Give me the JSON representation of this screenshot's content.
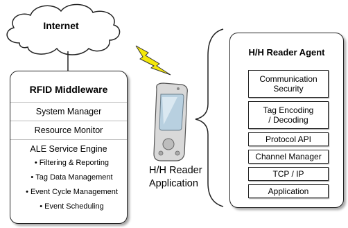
{
  "internet": {
    "label": "Internet"
  },
  "middleware": {
    "title": "RFID Middleware",
    "rows": [
      "System Manager",
      "Resource Monitor"
    ],
    "ale_title": "ALE Service Engine",
    "ale_items": [
      "Filtering & Reporting",
      "Tag Data Management",
      "Event Cycle Management",
      "Event Scheduling"
    ]
  },
  "device": {
    "label_line1": "H/H Reader",
    "label_line2": "Application"
  },
  "agent": {
    "title": "H/H Reader Agent",
    "modules": [
      {
        "line1": "Communication",
        "line2": "Security"
      },
      {
        "line1": "Tag Encoding",
        "line2": "/ Decoding"
      },
      {
        "line1": "Protocol API",
        "line2": ""
      },
      {
        "line1": "Channel Manager",
        "line2": ""
      },
      {
        "line1": "TCP / IP",
        "line2": ""
      },
      {
        "line1": "Application",
        "line2": ""
      }
    ]
  },
  "colors": {
    "lightning": "#f5e80a",
    "lightning_outline": "#333333",
    "panel_border": "#222222"
  }
}
